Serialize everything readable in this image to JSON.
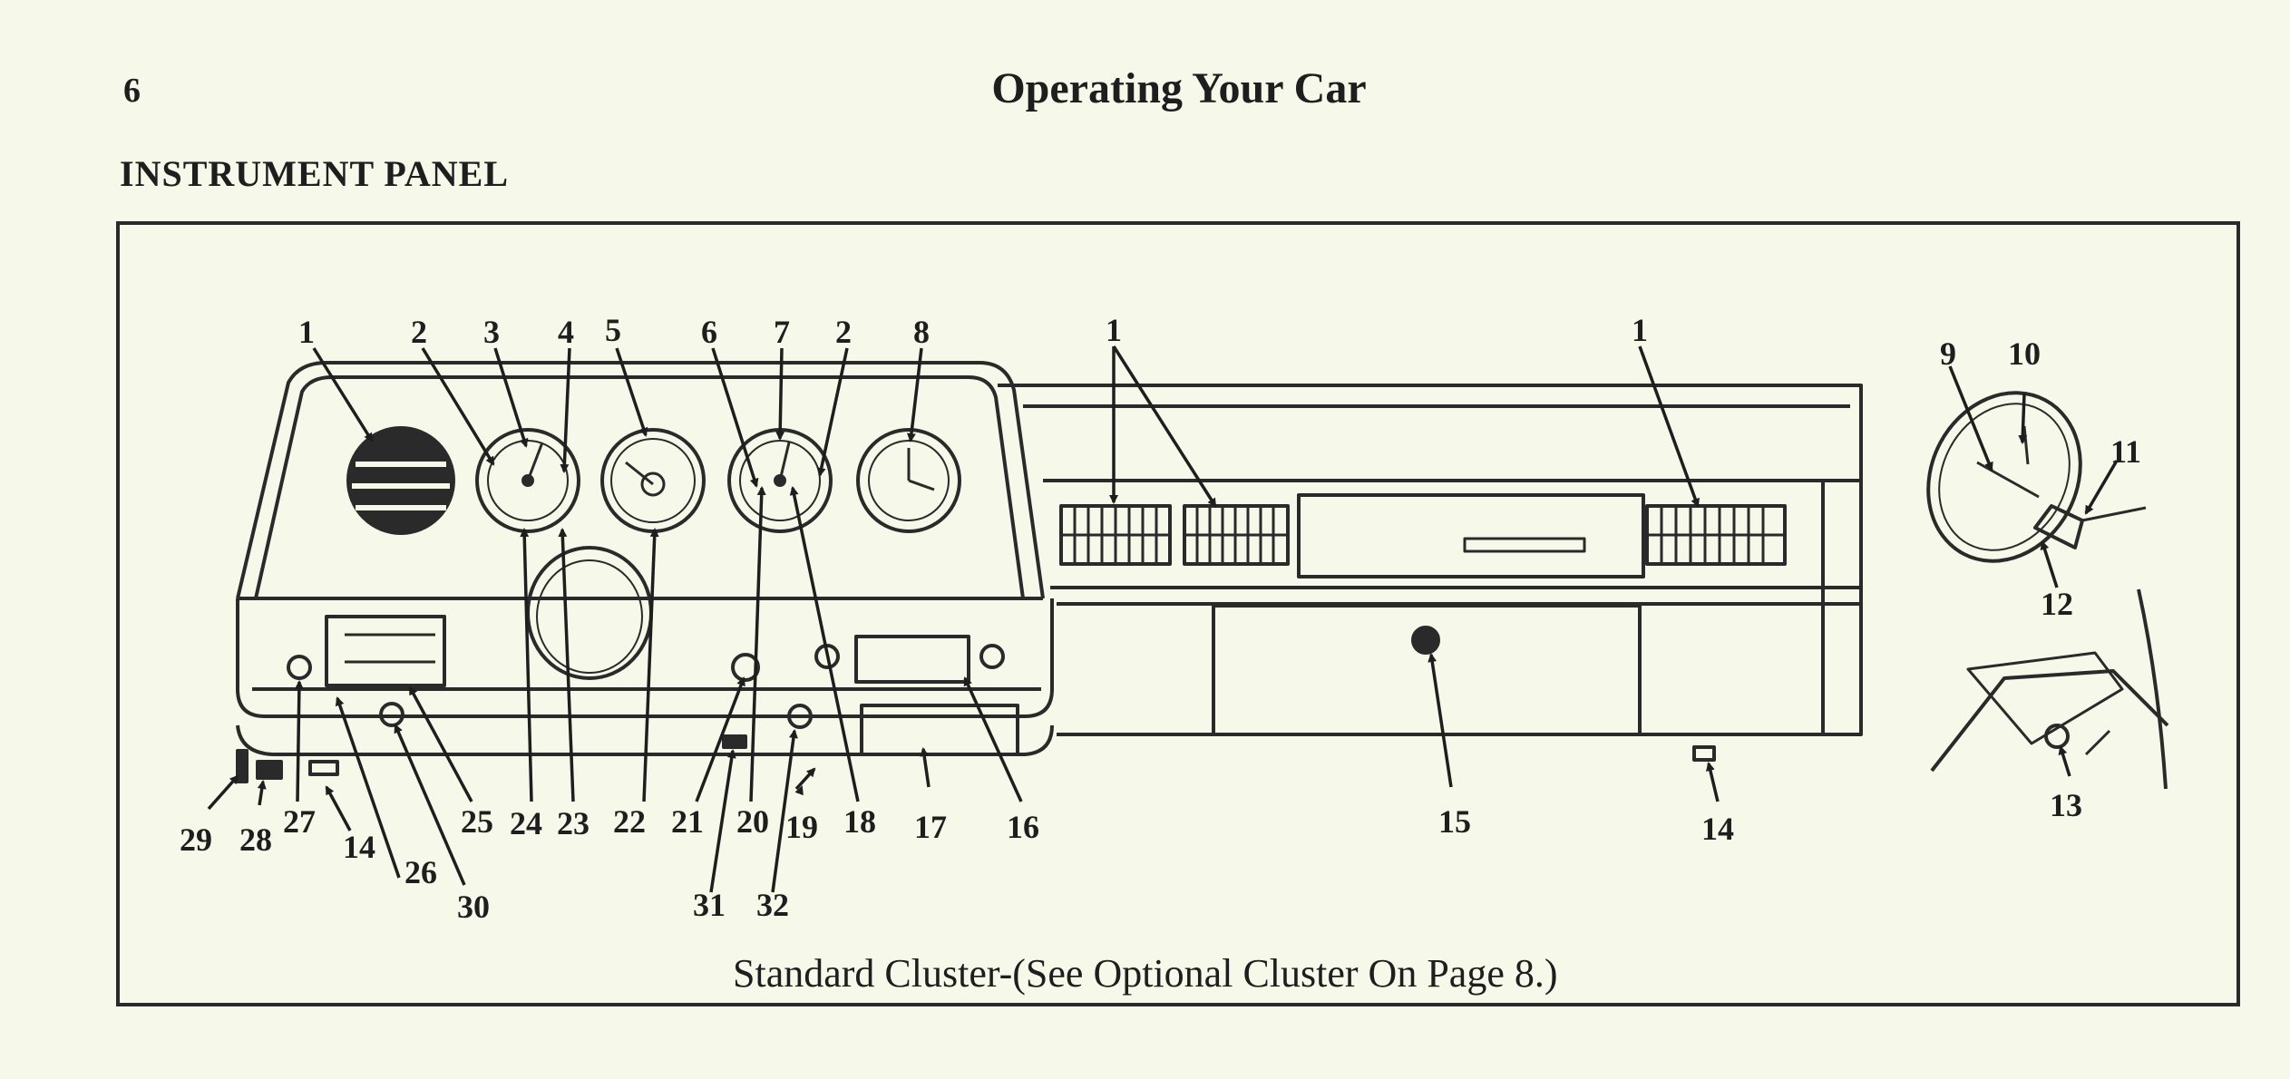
{
  "page": {
    "number": "6",
    "title": "Operating Your Car",
    "section_heading": "INSTRUMENT  PANEL",
    "caption": "Standard Cluster-(See Optional Cluster On Page 8.)"
  },
  "diagram": {
    "callouts": {
      "c1a": "1",
      "c2a": "2",
      "c3": "3",
      "c4": "4",
      "c5": "5",
      "c6": "6",
      "c7": "7",
      "c2b": "2",
      "c8": "8",
      "c1b": "1",
      "c1c": "1",
      "c9": "9",
      "c10": "10",
      "c11": "11",
      "c12": "12",
      "c13": "13",
      "c14a": "14",
      "c14b": "14",
      "c15": "15",
      "c16": "16",
      "c17": "17",
      "c18": "18",
      "c19": "19",
      "c20": "20",
      "c21": "21",
      "c22": "22",
      "c23": "23",
      "c24": "24",
      "c25": "25",
      "c26": "26",
      "c27": "27",
      "c28": "28",
      "c29": "29",
      "c30": "30",
      "c31": "31",
      "c32": "32"
    }
  }
}
